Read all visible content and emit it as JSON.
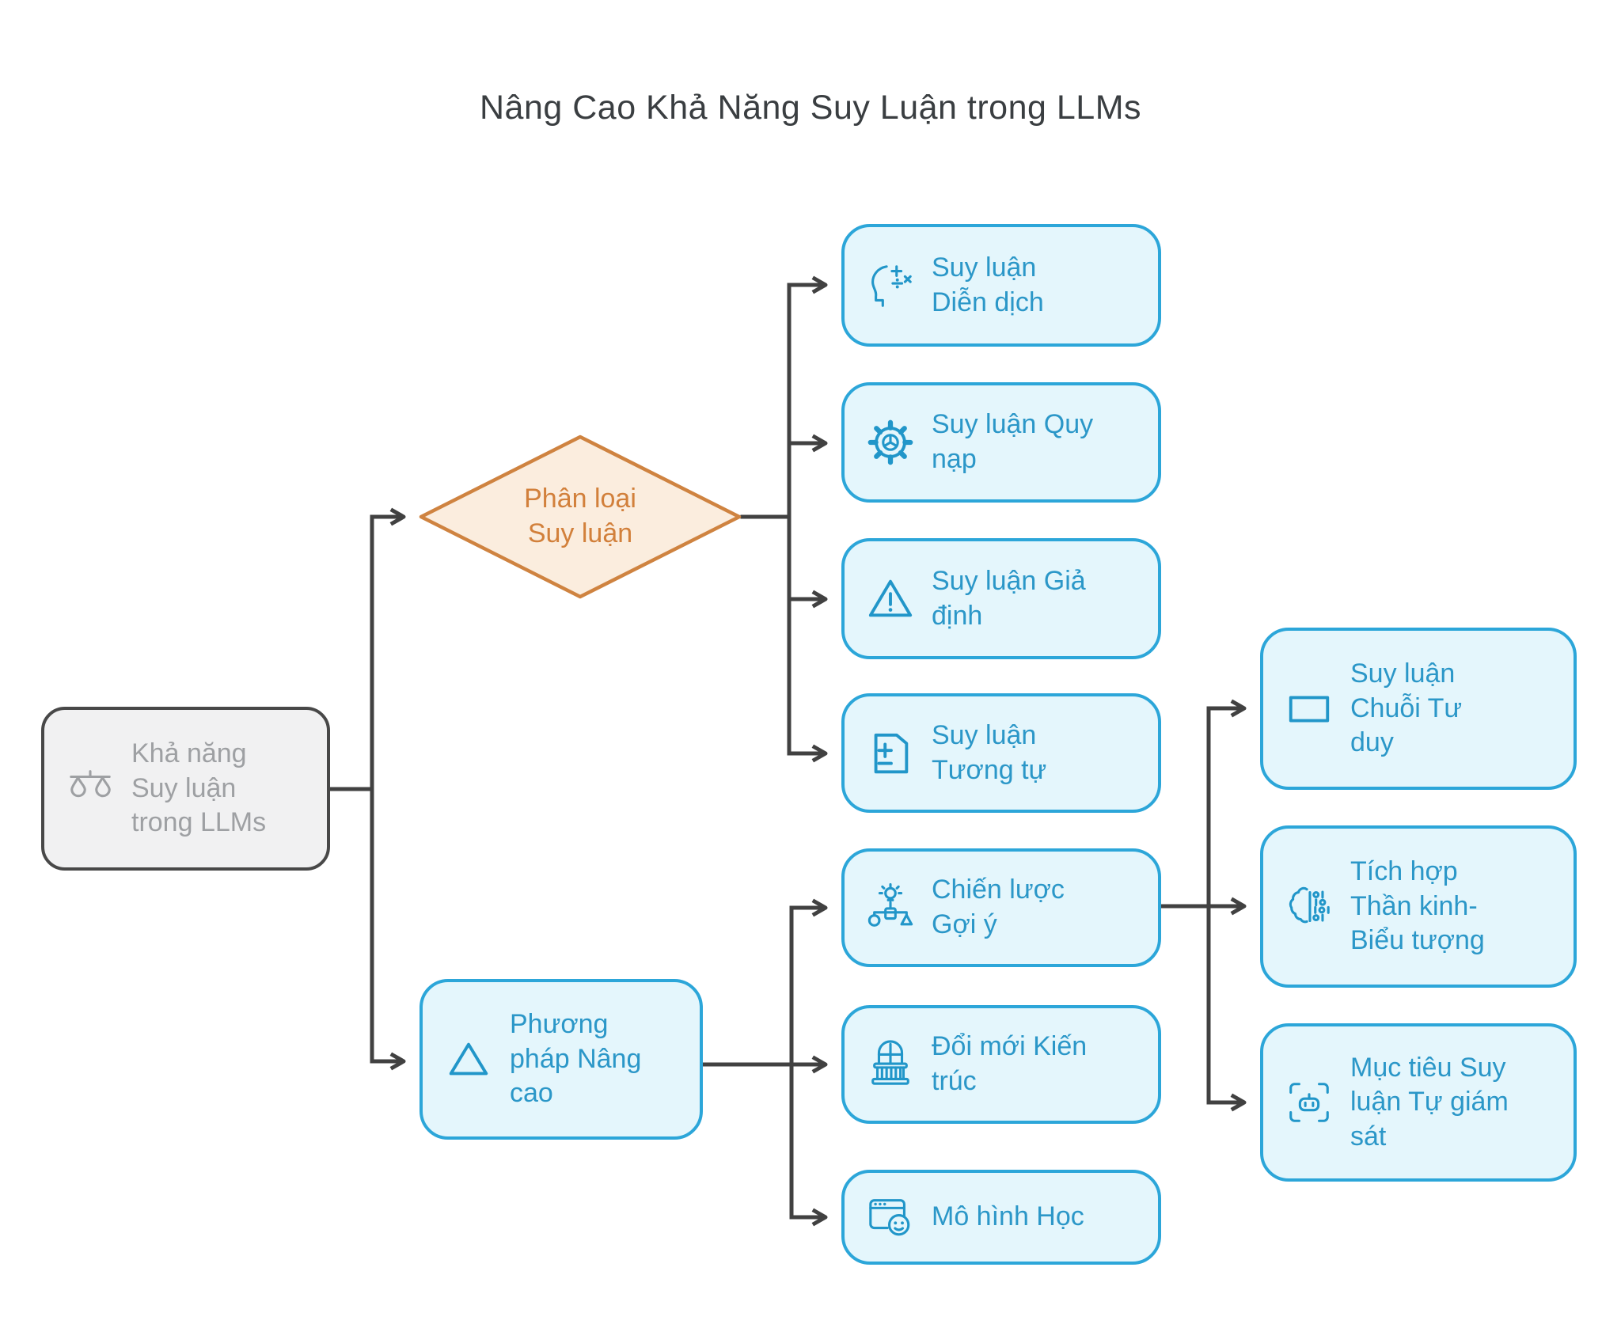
{
  "title": "Nâng Cao Khả Năng Suy Luận trong LLMs",
  "colors": {
    "accent_blue_border": "#2ca6d9",
    "accent_blue_text": "#2b97c8",
    "accent_blue_fill": "#e4f6fc",
    "accent_orange_border": "#cf8340",
    "accent_orange_text": "#d2803b",
    "accent_orange_fill": "#fbedde",
    "root_fill": "#f1f1f2",
    "root_border": "#484848",
    "root_text": "#9ea0a3",
    "connector": "#414141",
    "title_text": "#3a3e41"
  },
  "nodes": {
    "root": {
      "label": "Khả năng\nSuy luận\ntrong LLMs",
      "icon": "balance-scale-icon"
    },
    "phan_loai": {
      "label": "Phân loại\nSuy luận",
      "shape": "diamond"
    },
    "dien_dich": {
      "label": "Suy luận\nDiễn dịch",
      "icon": "head-calculation-icon"
    },
    "quy_nap": {
      "label": "Suy luận Quy\nnạp",
      "icon": "gear-icon"
    },
    "gia_dinh": {
      "label": "Suy luận Giả\nđịnh",
      "icon": "warning-triangle-icon"
    },
    "tuong_tu": {
      "label": "Suy luận\nTương tự",
      "icon": "document-plus-minus-icon"
    },
    "phuong_phap": {
      "label": "Phương\npháp Nâng\ncao",
      "icon": "triangle-icon"
    },
    "chien_luoc": {
      "label": "Chiến lược\nGợi ý",
      "icon": "idea-shapes-icon"
    },
    "doi_moi": {
      "label": "Đổi mới Kiến\ntrúc",
      "icon": "architecture-icon"
    },
    "mo_hinh": {
      "label": "Mô hình Học",
      "icon": "browser-smiley-icon"
    },
    "chuoi_tu_duy": {
      "label": "Suy luận\nChuỗi Tư\nduy",
      "icon": "rectangle-icon"
    },
    "tich_hop": {
      "label": "Tích hợp\nThần kinh-\nBiểu tượng",
      "icon": "brain-binary-icon"
    },
    "muc_tieu": {
      "label": "Mục tiêu Suy\nluận Tự giám\nsát",
      "icon": "robot-scan-icon"
    }
  }
}
